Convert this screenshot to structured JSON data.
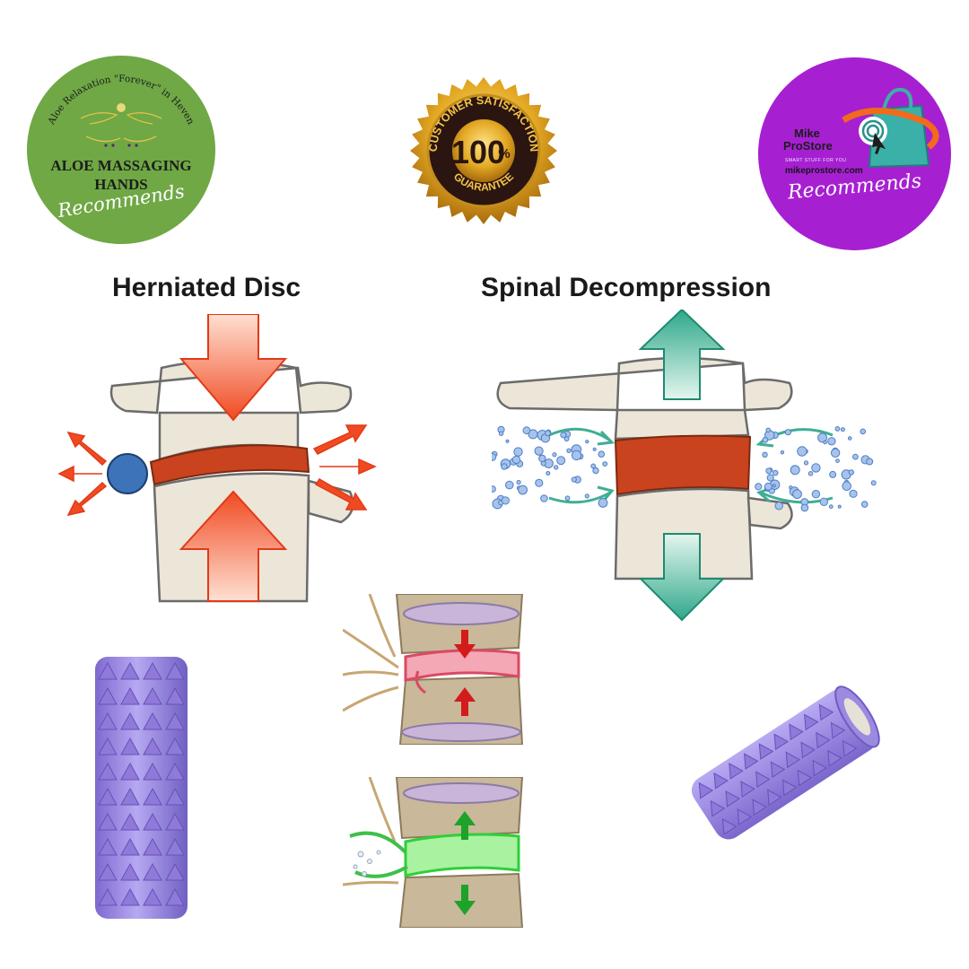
{
  "aloe_badge": {
    "arc_text": "Aloe Relaxation \"Forever\" in Heven",
    "name_line1": "ALOE MASSAGING",
    "name_line2": "HANDS",
    "recommends": "Recommends"
  },
  "guarantee_seal": {
    "top_text": "CUSTOMER SATISFACTION",
    "number": "100",
    "percent": "%",
    "bottom_text": "GUARANTEE"
  },
  "mike_badge": {
    "name_line1": "Mike",
    "name_line2": "ProStore",
    "tagline": "SMART STUFF FOR YOU",
    "url": "mikeprostore.com",
    "recommends": "Recommends"
  },
  "diagrams": {
    "herniated_title": "Herniated Disc",
    "decompression_title": "Spinal Decompression"
  },
  "colors": {
    "aloe_green": "#6fa845",
    "mike_purple": "#a620d2",
    "pressure_red": "#f04a22",
    "decompress_teal": "#2fa88a",
    "roller_purple": "#9a86e4",
    "bone": "#ece6d8"
  }
}
